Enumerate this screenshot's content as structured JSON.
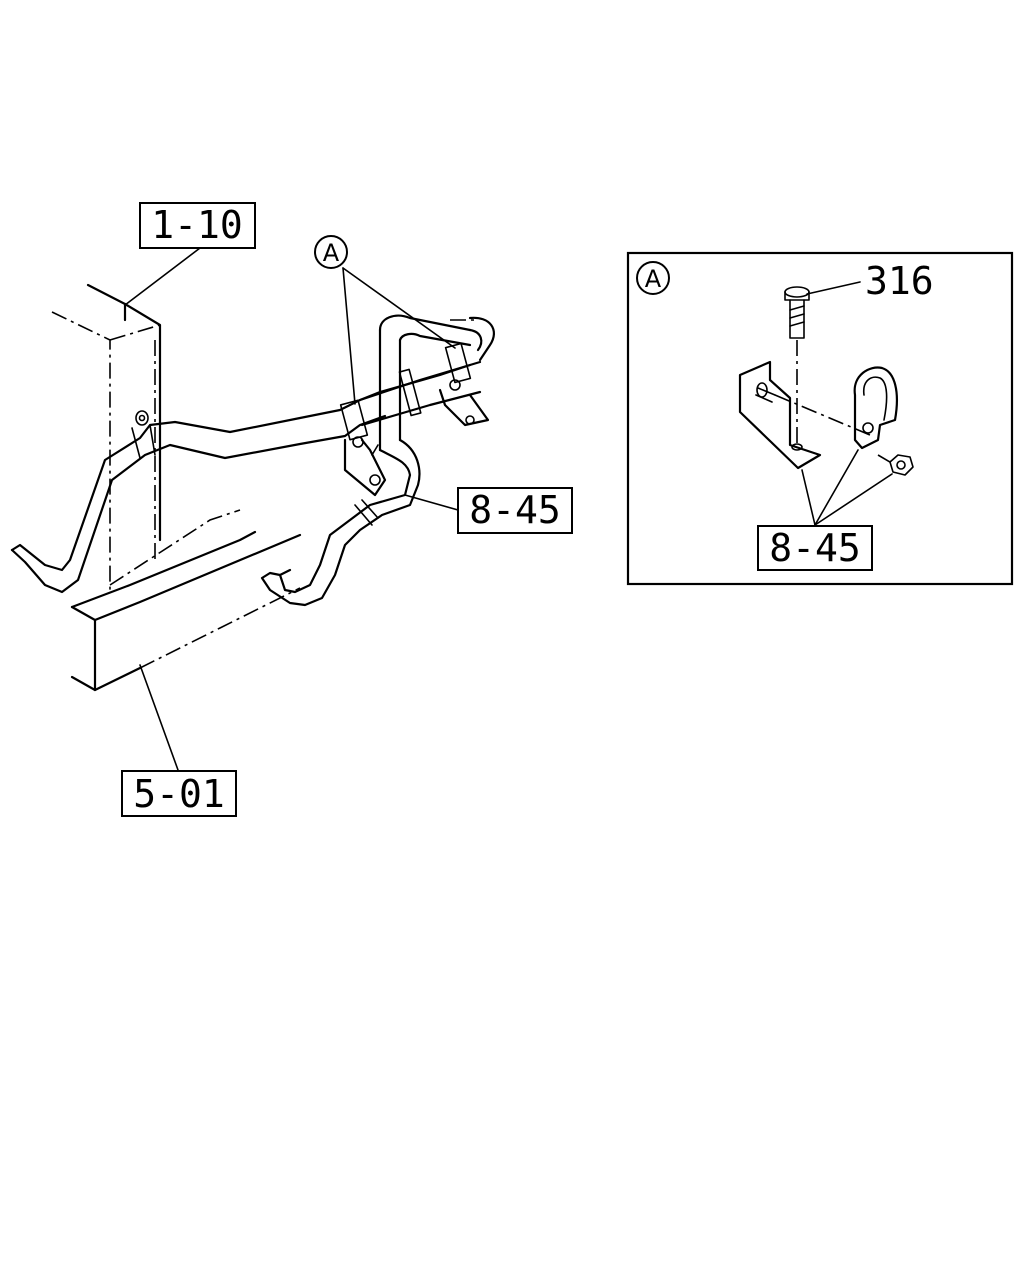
{
  "diagram": {
    "labels": {
      "part_1_10": "1-10",
      "part_5_01": "5-01",
      "part_8_45_main": "8-45",
      "part_8_45_detail": "8-45",
      "part_316": "316"
    },
    "callouts": {
      "main_detail_marker": "A",
      "detail_title": "A"
    }
  }
}
